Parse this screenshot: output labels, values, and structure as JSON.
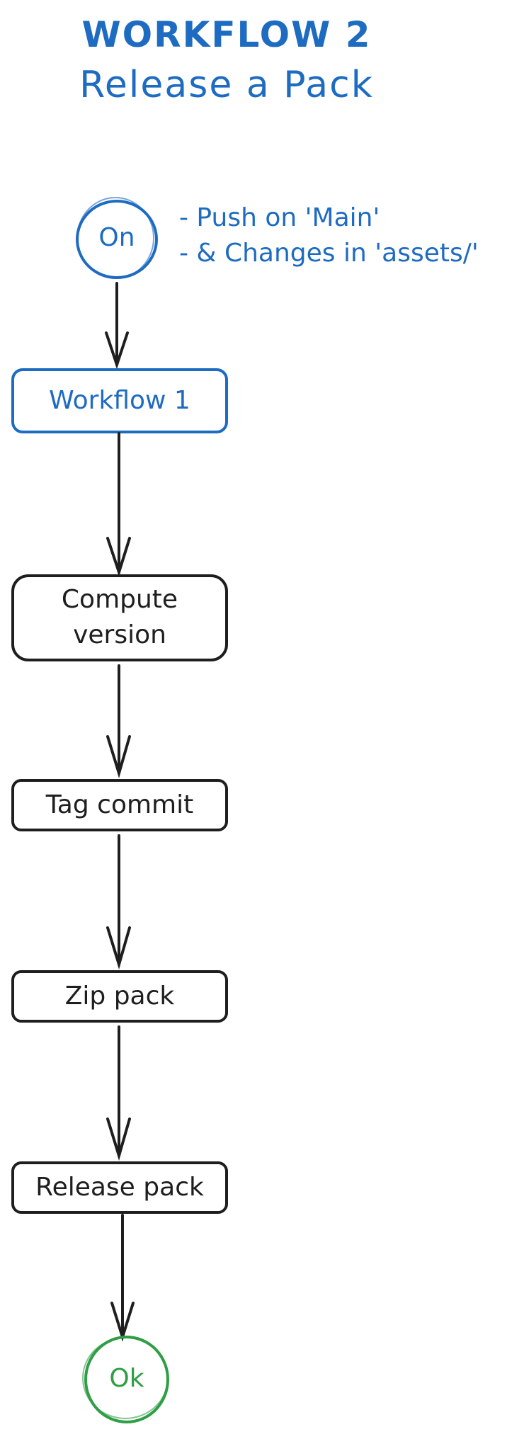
{
  "title": {
    "line1": "WORKFLOW 2",
    "line2": "Release a Pack"
  },
  "trigger": {
    "label": "On",
    "conditions": [
      "- Push on 'Main'",
      "- & Changes in 'assets/'"
    ]
  },
  "steps": {
    "workflow1": "Workflow 1",
    "compute_version_line1": "Compute",
    "compute_version_line2": "version",
    "tag_commit": "Tag commit",
    "zip_pack": "Zip pack",
    "release_pack": "Release pack"
  },
  "end": {
    "label": "Ok"
  },
  "colors": {
    "blue": "#1e6bc2",
    "black": "#1e1e1e",
    "green": "#2f9e44"
  }
}
